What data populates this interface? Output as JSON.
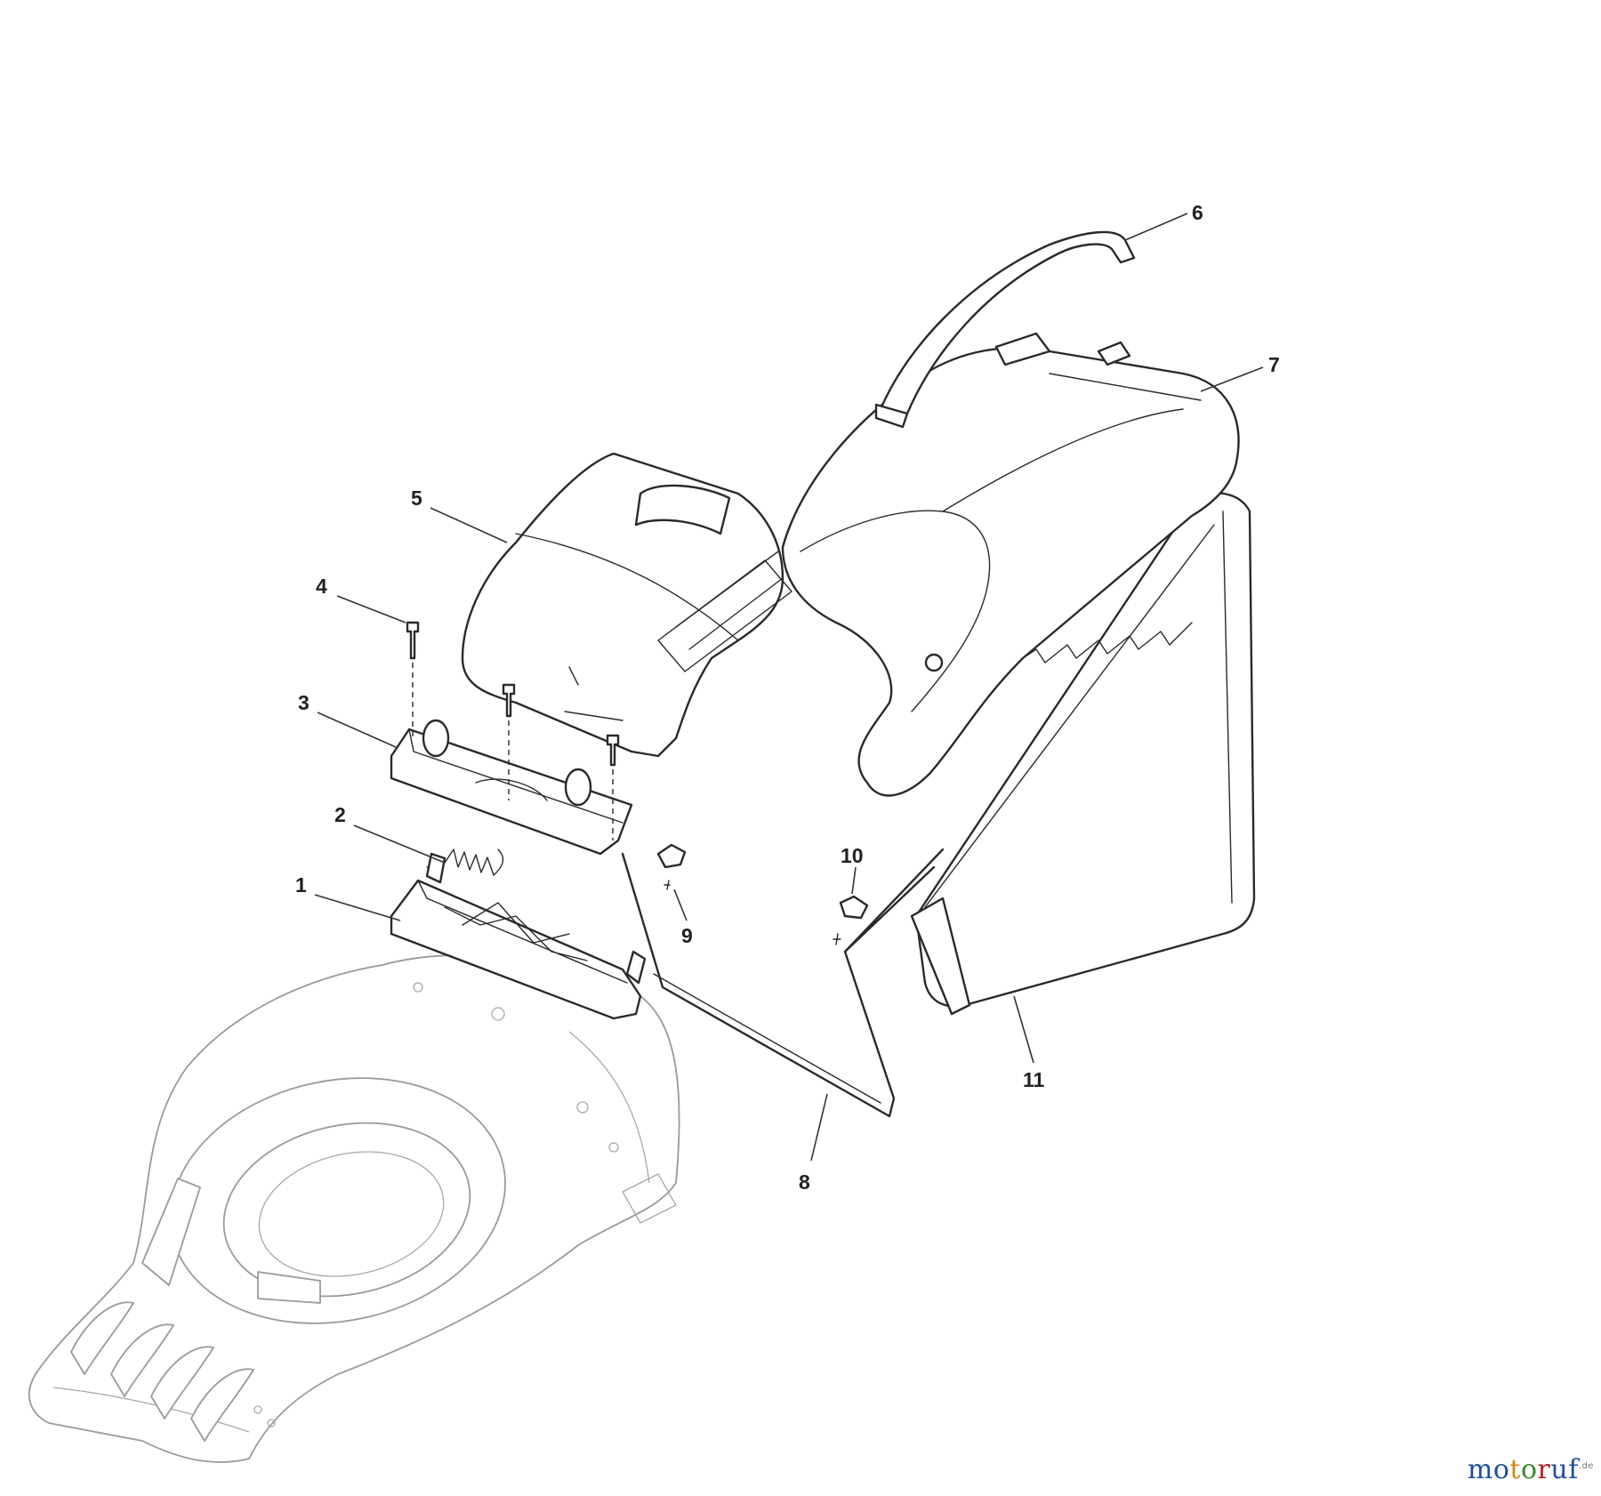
{
  "diagram": {
    "callouts": [
      {
        "id": "1",
        "label": "1"
      },
      {
        "id": "2",
        "label": "2"
      },
      {
        "id": "3",
        "label": "3"
      },
      {
        "id": "4",
        "label": "4"
      },
      {
        "id": "5",
        "label": "5"
      },
      {
        "id": "6",
        "label": "6"
      },
      {
        "id": "7",
        "label": "7"
      },
      {
        "id": "8",
        "label": "8"
      },
      {
        "id": "9",
        "label": "9"
      },
      {
        "id": "10",
        "label": "10"
      },
      {
        "id": "11",
        "label": "11"
      }
    ]
  },
  "watermark": {
    "letters": [
      "m",
      "o",
      "t",
      "o",
      "r",
      "u",
      "f"
    ],
    "letter_colors": [
      "#1f4e9c",
      "#1f4e9c",
      "#d28a12",
      "#3a8a2a",
      "#b81f1f",
      "#1f4e9c",
      "#1f4e9c"
    ],
    "suffix": ".de"
  }
}
